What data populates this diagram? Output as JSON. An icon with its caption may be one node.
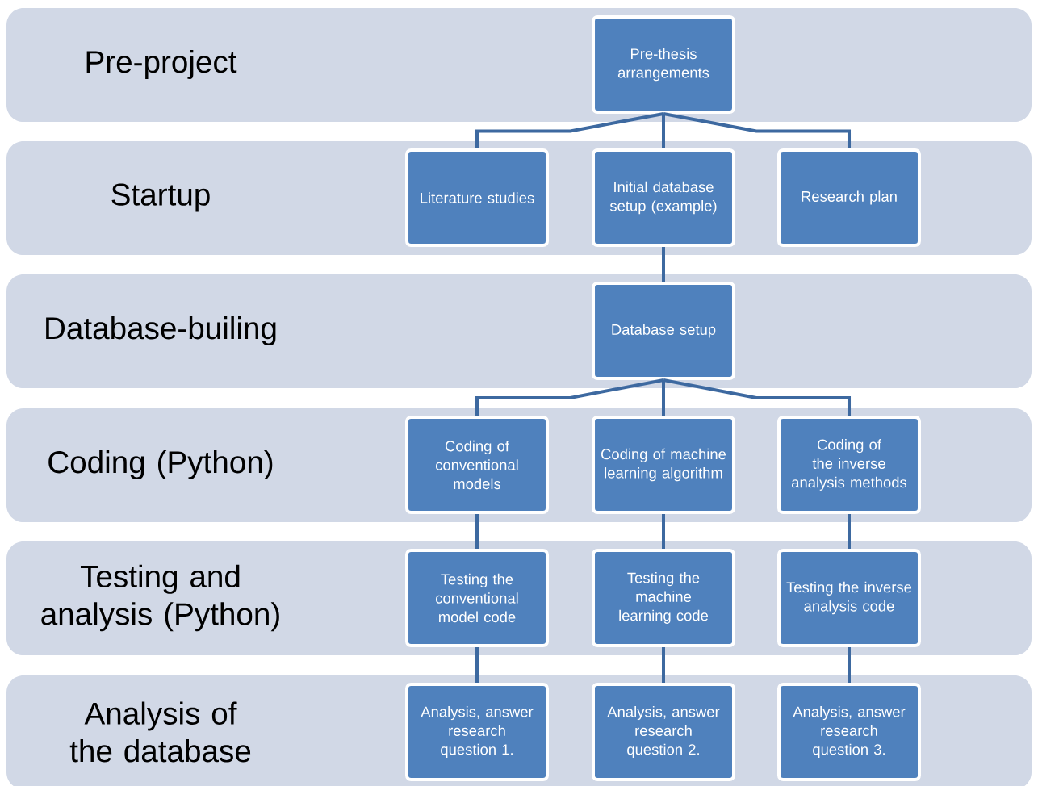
{
  "diagram": {
    "nodes": [
      {
        "text": [
          "Pre-project"
        ]
      },
      {
        "text": [
          "Pre-thesis arrangements"
        ],
        "in": 0
      },
      {
        "text": [
          "Startup"
        ]
      },
      {
        "text": [
          "Literature studies"
        ],
        "in": 2
      },
      {
        "text": [
          "Initial database setup (example)"
        ],
        "in": 2
      },
      {
        "text": [
          "Research plan"
        ],
        "in": 2
      },
      {
        "text": [
          "Database-builing"
        ]
      },
      {
        "text": [
          "Database setup"
        ],
        "in": 6
      },
      {
        "text": [
          "Coding (Python)"
        ]
      },
      {
        "text": [
          "Coding of conventional models"
        ],
        "in": 8
      },
      {
        "text": [
          "Coding of machine learning algorithm"
        ],
        "in": 8
      },
      {
        "text": [
          "Coding of the inverse analysis methods"
        ],
        "in": 8
      },
      {
        "text": [
          "Testing and analysis (Python)"
        ]
      },
      {
        "text": [
          "Testing the conventional model code"
        ],
        "in": 12
      },
      {
        "text": [
          "Testing the machine learning code"
        ],
        "in": 12
      },
      {
        "text": [
          "Testing the inverse analysis code"
        ],
        "in": 12
      },
      {
        "text": [
          "Analysis of the database"
        ]
      },
      {
        "text": [
          "Analysis, answer research question 1."
        ],
        "in": 16
      },
      {
        "text": [
          "Analysis, answer research question 2."
        ],
        "in": 16
      },
      {
        "text": [
          "Analysis, answer research question 3."
        ],
        "in": 16
      }
    ],
    "edges": [
      {
        "from": 1,
        "to": 3,
        "arrow": "none"
      },
      {
        "from": 1,
        "to": 4,
        "arrow": "none"
      },
      {
        "from": 1,
        "to": 5,
        "arrow": "none"
      },
      {
        "from": 4,
        "to": 7,
        "arrow": "none"
      },
      {
        "from": 7,
        "to": 9,
        "arrow": "none"
      },
      {
        "from": 7,
        "to": 10,
        "arrow": "none"
      },
      {
        "from": 7,
        "to": 11,
        "arrow": "none"
      },
      {
        "from": 9,
        "to": 13,
        "arrow": "none"
      },
      {
        "from": 10,
        "to": 14,
        "arrow": "none"
      },
      {
        "from": 11,
        "to": 15,
        "arrow": "none"
      },
      {
        "from": 13,
        "to": 17,
        "arrow": "none"
      },
      {
        "from": 14,
        "to": 18,
        "arrow": "none"
      },
      {
        "from": 15,
        "to": 19,
        "arrow": "none"
      }
    ]
  }
}
